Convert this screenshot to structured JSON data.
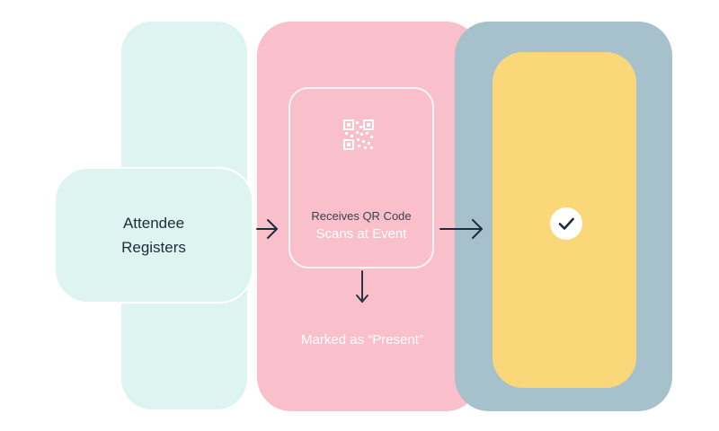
{
  "stages": {
    "register": {
      "line1": "Attendee",
      "line2": "Registers"
    },
    "scan": {
      "receives": "Receives QR Code",
      "scans": "Scans at Event"
    },
    "marked": {
      "label": "Marked as “Present”"
    }
  },
  "icons": {
    "qr": "qr-code-icon",
    "check": "checkmark-icon",
    "arrow_right": "arrow-right-icon",
    "arrow_down": "arrow-down-icon"
  },
  "colors": {
    "mint": "#def4f1",
    "pink": "#f9bfcb",
    "slate": "#a7c1cc",
    "yellow": "#fad87a",
    "ink": "#1e2b3a"
  }
}
